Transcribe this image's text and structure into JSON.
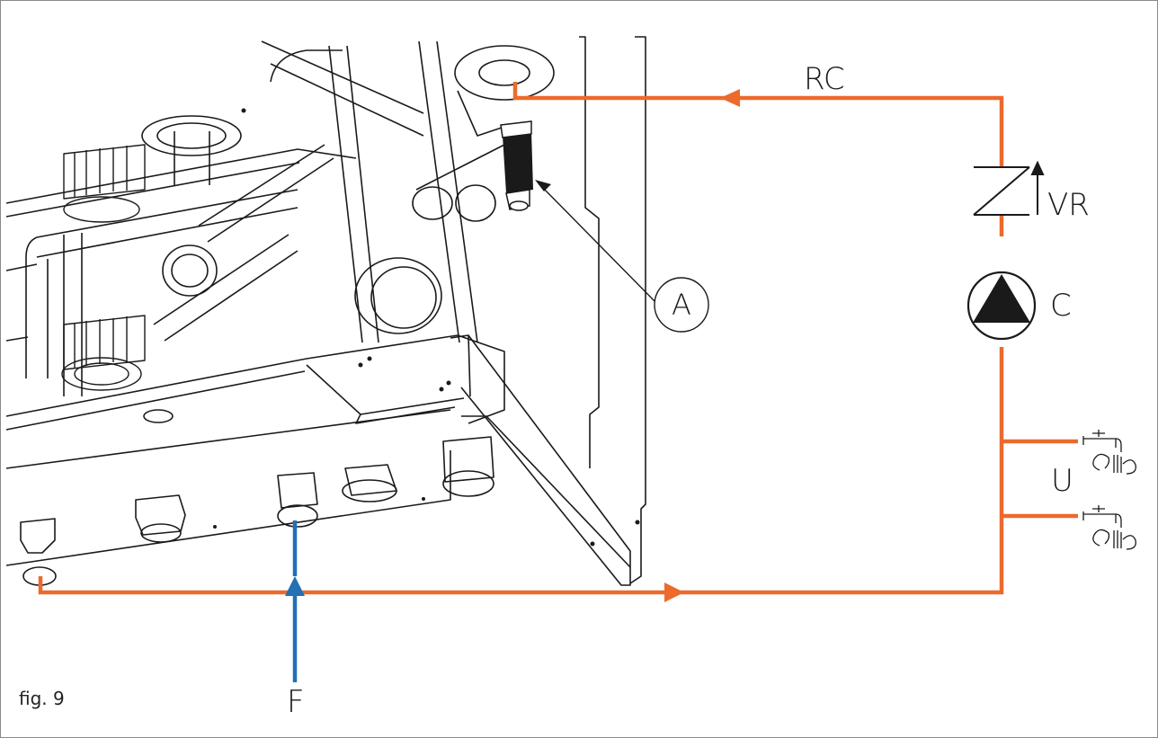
{
  "figure": {
    "caption": "fig. 9"
  },
  "labels": {
    "rc": "RC",
    "vr": "VR",
    "c": "C",
    "a": "A",
    "u": "U",
    "f": "F"
  },
  "colors": {
    "hot_pipe": "#ec6a2c",
    "cold_pipe": "#2270b5",
    "line_art": "#1a1a1a"
  },
  "icons": [
    "pump-icon",
    "check-valve-icon",
    "tap-icon",
    "flow-arrow-icon"
  ]
}
